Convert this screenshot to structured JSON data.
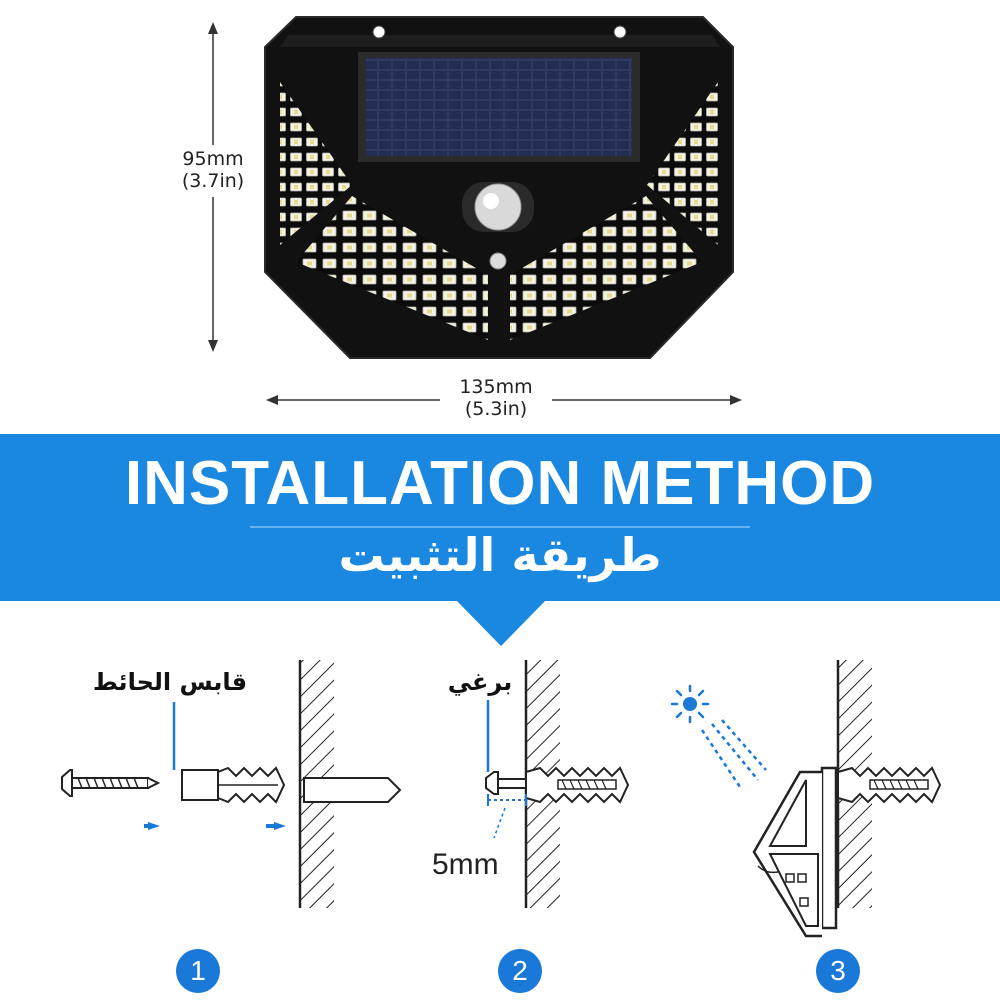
{
  "dimensions": {
    "height_mm": "95mm",
    "height_in": "(3.7in)",
    "width_mm": "135mm",
    "width_in": "(5.3in)"
  },
  "banner": {
    "title": "INSTALLATION METHOD",
    "subtitle": "طريقة التثبيت",
    "color": "#1a88e0"
  },
  "steps": [
    {
      "number": "1",
      "label": "قابس الحائط"
    },
    {
      "number": "2",
      "label": "برغي",
      "measure": "5mm"
    },
    {
      "number": "3"
    }
  ],
  "colors": {
    "accent": "#1a78d8",
    "led": "#f4f4ea",
    "body": "#111111"
  }
}
